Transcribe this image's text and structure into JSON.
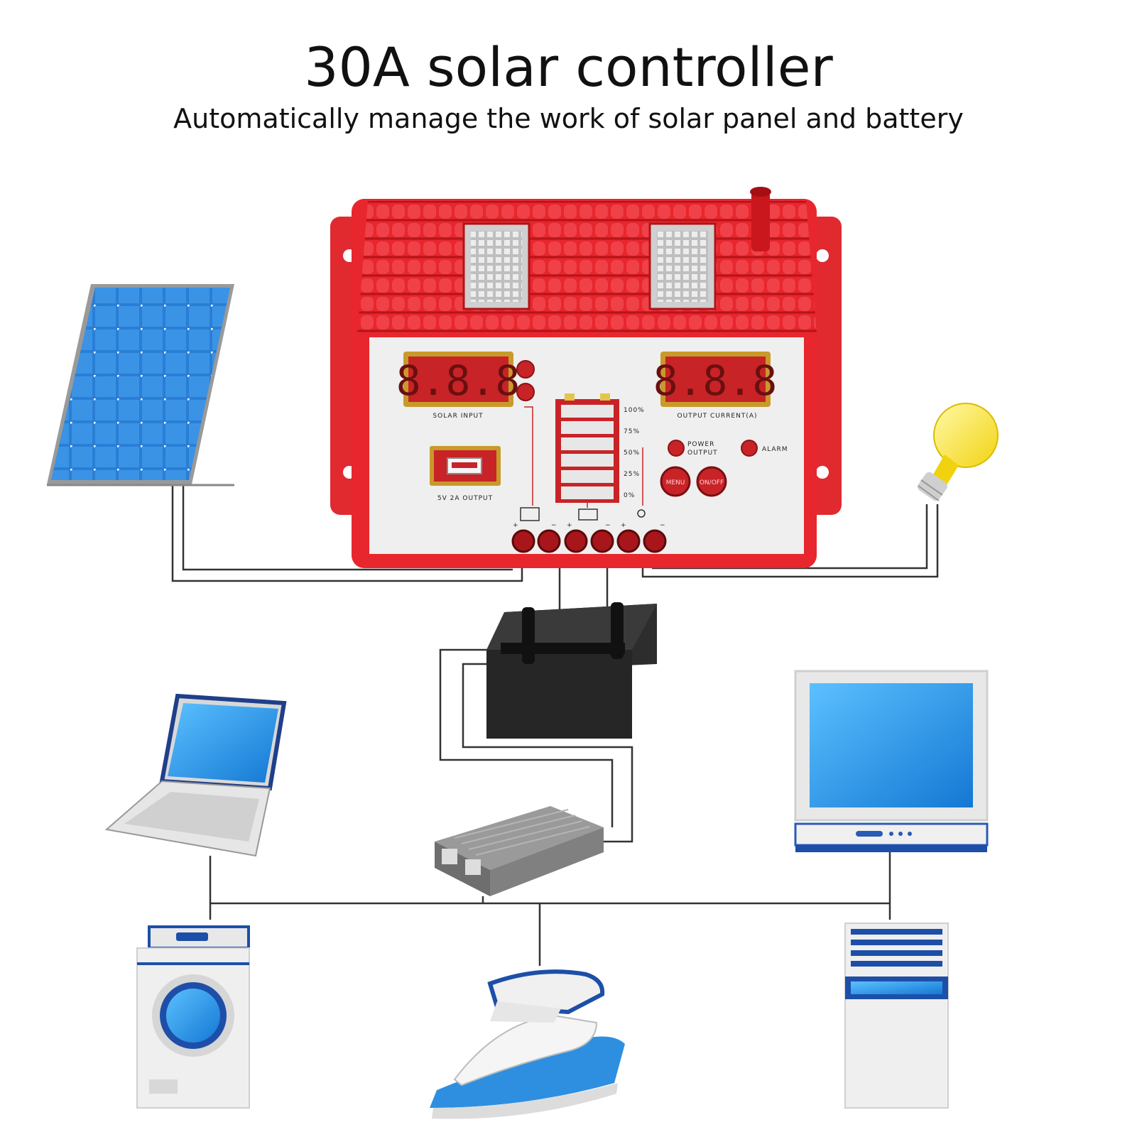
{
  "title": "30A solar controller",
  "subtitle": "Automatically manage the work of solar panel and battery",
  "controller": {
    "solar_input_label": "SOLAR INPUT",
    "output_current_label": "OUTPUT CURRENT(A)",
    "usb_label": "5V 2A OUTPUT",
    "power_output_label_1": "POWER",
    "power_output_label_2": "OUTPUT",
    "alarm_label": "ALARM",
    "menu_label": "MENU",
    "onoff_label": "ON/OFF",
    "display_left": "8.8.8",
    "display_right": "8.8.8",
    "battery_levels": [
      "100%",
      "75%",
      "50%",
      "25%",
      "0%"
    ],
    "plus": "+",
    "minus": "−"
  },
  "devices": [
    "solar-panel",
    "light-bulb",
    "battery",
    "inverter",
    "laptop",
    "monitor",
    "washing-machine",
    "iron",
    "air-conditioner"
  ],
  "colors": {
    "roof_red": "#e8262d",
    "panel_white": "#efefef",
    "screen_blue": "#1f8ee0",
    "device_blue": "#1565c0",
    "battery_black": "#2a2a2a"
  }
}
